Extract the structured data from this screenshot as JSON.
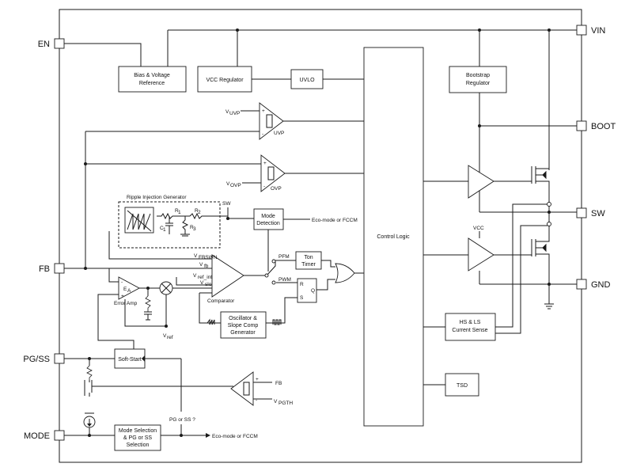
{
  "pins": {
    "en": "EN",
    "vin": "VIN",
    "boot": "BOOT",
    "sw": "SW",
    "fb": "FB",
    "gnd": "GND",
    "pgss": "PG/SS",
    "mode": "MODE"
  },
  "blocks": {
    "bias_line1": "Bias & Voltage",
    "bias_line2": "Reference",
    "vcc_reg": "VCC Regulator",
    "uvlo": "UVLO",
    "boot_line1": "Bootstrap",
    "boot_line2": "Regulator",
    "control_logic": "Control Logic",
    "ripple": "Ripple Injection Generator",
    "mode_det_line1": "Mode",
    "mode_det_line2": "Detection",
    "ton_line1": "Ton",
    "ton_line2": "Timer",
    "osc_line1": "Oscillator &",
    "osc_line2": "Slope Comp",
    "osc_line3": "Generator",
    "cs_line1": "HS & LS",
    "cs_line2": "Current Sense",
    "tsd": "TSD",
    "softstart": "Soft-Start",
    "modesel_line1": "Mode Selection",
    "modesel_line2": "& PG or SS",
    "modesel_line3": "Selection"
  },
  "labels": {
    "uvp": "UVP",
    "ovp": "OVP",
    "v_uvp": "V",
    "v_uvp_sub": "UVP",
    "v_ovp": "V",
    "v_ovp_sub": "OVP",
    "sw_node": "SW",
    "eco_top": "Eco-mode or FCCM",
    "eco_bottom": "Eco-mode or FCCM",
    "r1": "R",
    "r1_sub": "1",
    "r2": "R",
    "r2_sub": "2",
    "r3": "R",
    "r3_sub": "3",
    "c1": "C",
    "c1_sub": "1",
    "vfbswn": "V",
    "vfbswn_sub": "FBSWN",
    "vfb": "V",
    "vfb_sub": "fb",
    "vrefint": "V",
    "vrefint_sub": "ref_int",
    "vslo": "V",
    "vslo_sub": "slo",
    "comparator": "Comparator",
    "ea": "E",
    "ea_sub": "A",
    "error_amp": "Error Amp",
    "vref": "V",
    "vref_sub": "ref",
    "pfm": "PFM",
    "pwm": "PWM",
    "ff_r": "R",
    "ff_s": "S",
    "ff_q": "Q",
    "vcc": "VCC",
    "fb_comp": "FB",
    "vpgth": "V",
    "vpgth_sub": "PGTH",
    "pg_or_ss": "PG or SS ?"
  }
}
